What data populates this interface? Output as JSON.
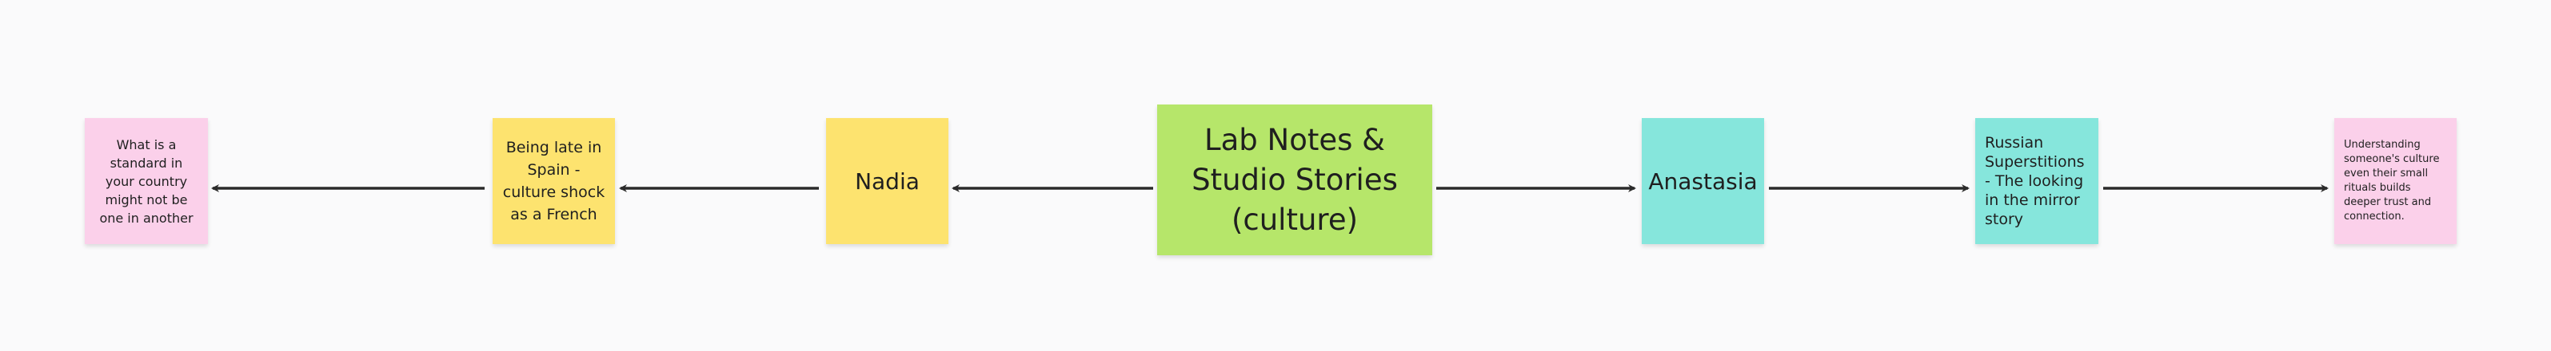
{
  "colors": {
    "pink": "#fbd0ea",
    "yellow": "#fde36f",
    "green": "#b6e66a",
    "teal": "#86e6dc",
    "arrow": "#2b2b2b",
    "background": "#fafafb"
  },
  "diagram": {
    "center": {
      "label": "Lab Notes & Studio Stories (culture)"
    },
    "left_branch": {
      "person": "Nadia",
      "story": "Being late in Spain - culture shock as a French",
      "reflection": "What is a standard in your country might not be one in another"
    },
    "right_branch": {
      "person": "Anastasia",
      "story": "Russian Superstitions - The looking in the mirror story",
      "reflection": "Understanding someone's culture even their small rituals builds deeper trust and connection."
    },
    "edges": [
      {
        "from": "center",
        "to": "nadia"
      },
      {
        "from": "nadia",
        "to": "being-late"
      },
      {
        "from": "being-late",
        "to": "standard"
      },
      {
        "from": "center",
        "to": "anastasia"
      },
      {
        "from": "anastasia",
        "to": "russian"
      },
      {
        "from": "russian",
        "to": "understanding"
      }
    ]
  }
}
